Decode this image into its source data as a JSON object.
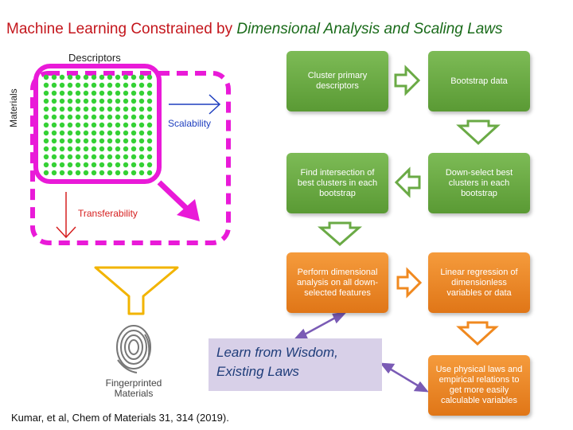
{
  "title": {
    "plain": "Machine Learning Constrained by ",
    "italic": "Dimensional Analysis and Scaling Laws"
  },
  "matrix": {
    "descriptors_label": "Descriptors",
    "materials_label": "Materials",
    "scalability_label": "Scalability",
    "transferability_label": "Transferability"
  },
  "fingerprint": {
    "line1": "Fingerprinted",
    "line2": "Materials"
  },
  "boxes": {
    "cluster": "Cluster primary descriptors",
    "bootstrap": "Bootstrap data",
    "find_intersection": "Find intersection of best clusters in each bootstrap",
    "down_select": "Down-select best clusters in each bootstrap",
    "dimensional": "Perform dimensional analysis on all down-selected features",
    "linear": "Linear regression of dimensionless variables or data",
    "physical": "Use physical laws and empirical relations to get more easily calculable variables"
  },
  "wisdom": {
    "line1": "Learn from Wisdom,",
    "line2": "Existing Laws"
  },
  "citation": "Kumar, et al, Chem of Materials 31, 314 (2019).",
  "colors": {
    "magenta": "#e91ad8",
    "green_dot": "#35d135",
    "blue_arrow": "#1f3fbf",
    "red_arrow": "#d62020",
    "funnel": "#f2b400",
    "purple": "#7a5bb5",
    "green_box": "#6aaa45",
    "orange_box": "#f0891f"
  }
}
